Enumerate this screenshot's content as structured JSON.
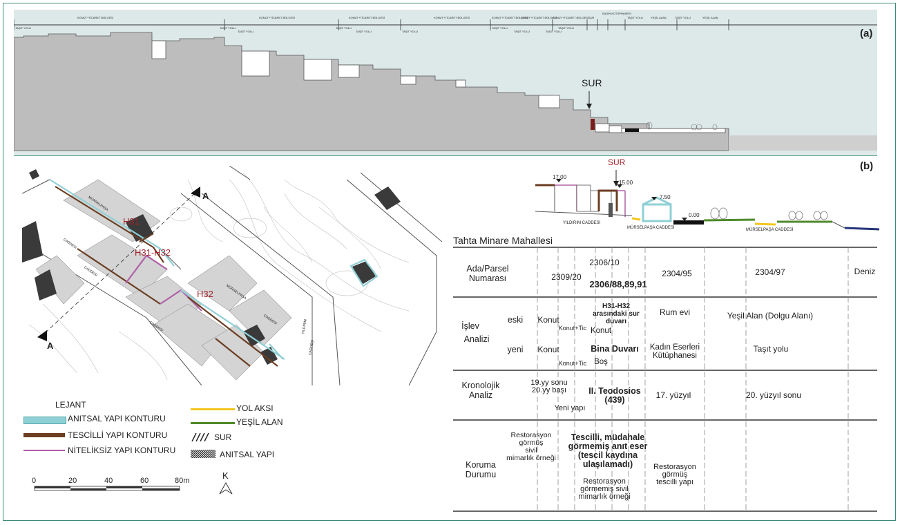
{
  "panel_a": {
    "label": "(a)",
    "sur_label": "SUR",
    "zone_labels": [
      "KONUT+TİCARET BÖLGESİ",
      "KONUT+TİCARET BÖLGESİ",
      "KONUT+TİCARET BÖLGESİ",
      "KONUT+TİCARET BÖLGESİ",
      "KONUT+TİCARET BÖLGESİ",
      "KONUT+TİCARET BÖLGESİ",
      "KONUT+TİCARET BÖLGESİ",
      "SUR",
      "KADIN KÜTÜPHANESİ",
      "YEŞİL ALAN",
      "YEŞİL ALAN"
    ],
    "road_labels": [
      "TAŞIT YOLU",
      "TAŞIT YOLU",
      "TAŞIT YOLU",
      "TAŞIT YOLU",
      "TAŞIT YOLU",
      "TAŞIT YOLU",
      "TAŞIT YOLU",
      "TAŞIT YOLU",
      "TAŞIT YOLU",
      "TAŞIT YOLU",
      "TAŞIT YOLU",
      "TAŞIT YOLU"
    ]
  },
  "panel_b": {
    "label": "(b)",
    "map": {
      "labels": {
        "h31": "H31",
        "h31h32": "H31-H32",
        "h32": "H32",
        "a_top": "A",
        "a_bottom": "A"
      },
      "street_labels": [
        "MÜRSELPAŞA",
        "CADDESİ",
        "CADDESİ",
        "CADDESİ",
        "MÜRSELPAŞA",
        "CADDESİ",
        "YILDIRIM",
        "CADDESİ"
      ]
    },
    "legend": {
      "title": "LEJANT",
      "items": [
        {
          "label": "ANITSAL YAPI KONTURU",
          "color": "#8fd0d6"
        },
        {
          "label": "TESCİLLİ YAPI KONTURU",
          "color": "#6b3d22"
        },
        {
          "label": "NİTELİKSİZ YAPI KONTURU",
          "color": "#b060a8"
        },
        {
          "label": "YOL AKSI",
          "color": "#f2c61f"
        },
        {
          "label": "YEŞİL ALAN",
          "color": "#4f8a2a"
        },
        {
          "label": "SUR",
          "color": "#222222"
        },
        {
          "label": "ANITSAL YAPI",
          "color": "#444444"
        }
      ],
      "scale": {
        "ticks": [
          "0",
          "20",
          "40",
          "60",
          "80m"
        ]
      },
      "north": "K"
    },
    "section": {
      "sur": "SUR",
      "elev": [
        "17.00",
        "15.00",
        "7.50",
        "0.00"
      ],
      "streets": [
        "YILDIRIM CADDESİ",
        "MÜRSELPAŞA CADDESİ",
        "MÜRSELPAŞA CADDESİ"
      ]
    },
    "table": {
      "title": "Tahta Minare Mahallesi",
      "rows": {
        "ada_parsel": {
          "label": "Ada/Parsel\nNumarası",
          "c1": "2309/20",
          "c2a": "2306/10",
          "c2b": "2306/88,89,91",
          "c3": "2304/95",
          "c4": "2304/97",
          "c5": "Deniz"
        },
        "islev": {
          "label1": "İşlev",
          "label2": "Analizi",
          "eski": "eski",
          "yeni": "yeni",
          "eski_konut": "Konut",
          "eski_konut_tic": "Konut+Tic",
          "eski_sur": "H31-H32\narasındaki sur\nduvarı",
          "eski_konut2": "Konut",
          "eski_rum": "Rum evi",
          "eski_yesil": "Yeşil Alan (Dolgu Alanı)",
          "yeni_konut": "Konut",
          "yeni_konut_tic": "Konut+Tic",
          "yeni_bina": "Bina Duvarı",
          "yeni_bos": "Boş",
          "yeni_kadin": "Kadın Eserleri\nKütüphanesi",
          "yeni_tasit": "Taşıt yolu"
        },
        "kronoloji": {
          "label": "Kronolojik\nAnaliz",
          "c1": "19.yy sonu\n20.yy başı",
          "c1b": "Yeni yapı",
          "c2": "II. Teodosios\n(439)",
          "c3": "17. yüzyıl",
          "c4": "20. yüzyıl sonu"
        },
        "koruma": {
          "label": "Koruma\nDurumu",
          "c1": "Restorasyon\ngörmüş\nsivil\nmimarlık örneği",
          "c2": "Tescilli, müdahale\ngörmemiş anıt eser\n(tescil kaydına\nulaşılamadı)",
          "c2b": "Restorasyon\ngörmemiş sivil\nmimarlık örneği",
          "c3": "Restorasyon\ngörmüş\ntescilli yapı"
        }
      }
    }
  }
}
